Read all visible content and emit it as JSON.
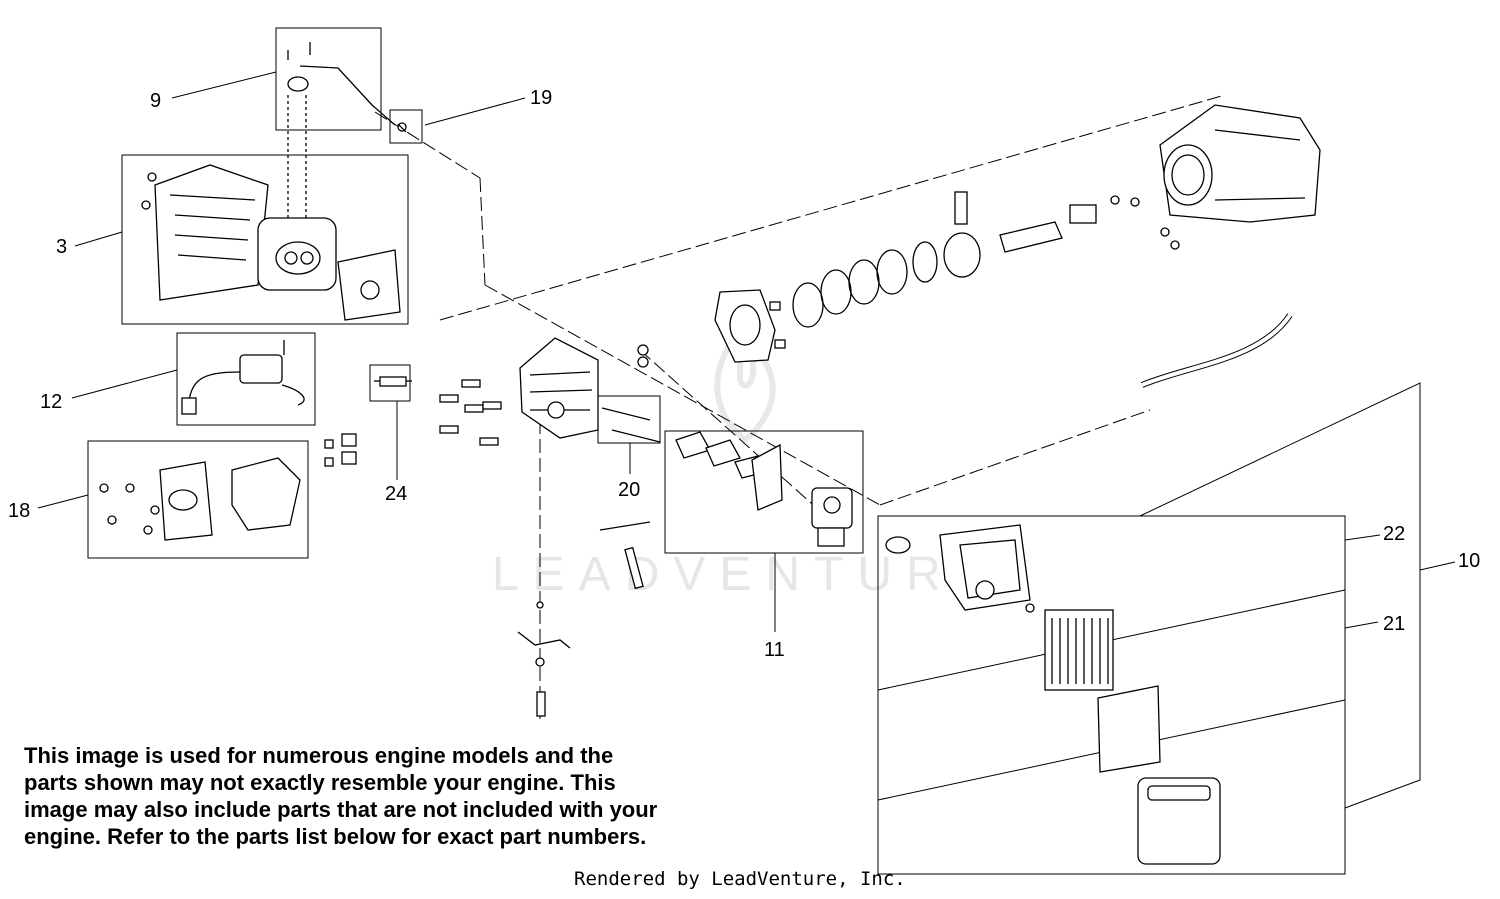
{
  "callouts": {
    "c3": "3",
    "c9": "9",
    "c10": "10",
    "c11": "11",
    "c12": "12",
    "c18": "18",
    "c19": "19",
    "c20": "20",
    "c21": "21",
    "c22": "22",
    "c24": "24"
  },
  "watermark": "LEADVENTURE",
  "disclaimer": "This image is used for numerous engine models and the parts shown may not exactly resemble your engine. This image may also include parts that are not included with your engine. Refer to the parts list below for exact part numbers.",
  "credit": "Rendered by LeadVenture, Inc.",
  "colors": {
    "line": "#000000",
    "watermark": "#e6e6e6",
    "background": "#ffffff"
  }
}
